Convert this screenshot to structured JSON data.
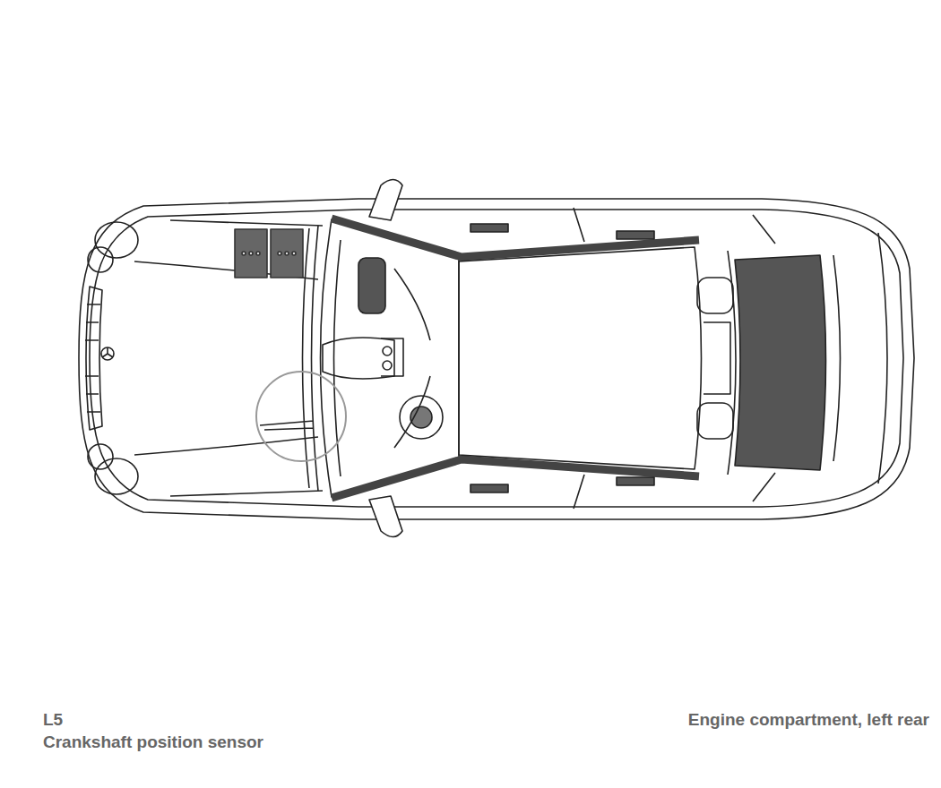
{
  "diagram": {
    "labels": [
      "L5",
      "Crankshaft position sensor",
      "Engine compartment, left rear"
    ]
  }
}
